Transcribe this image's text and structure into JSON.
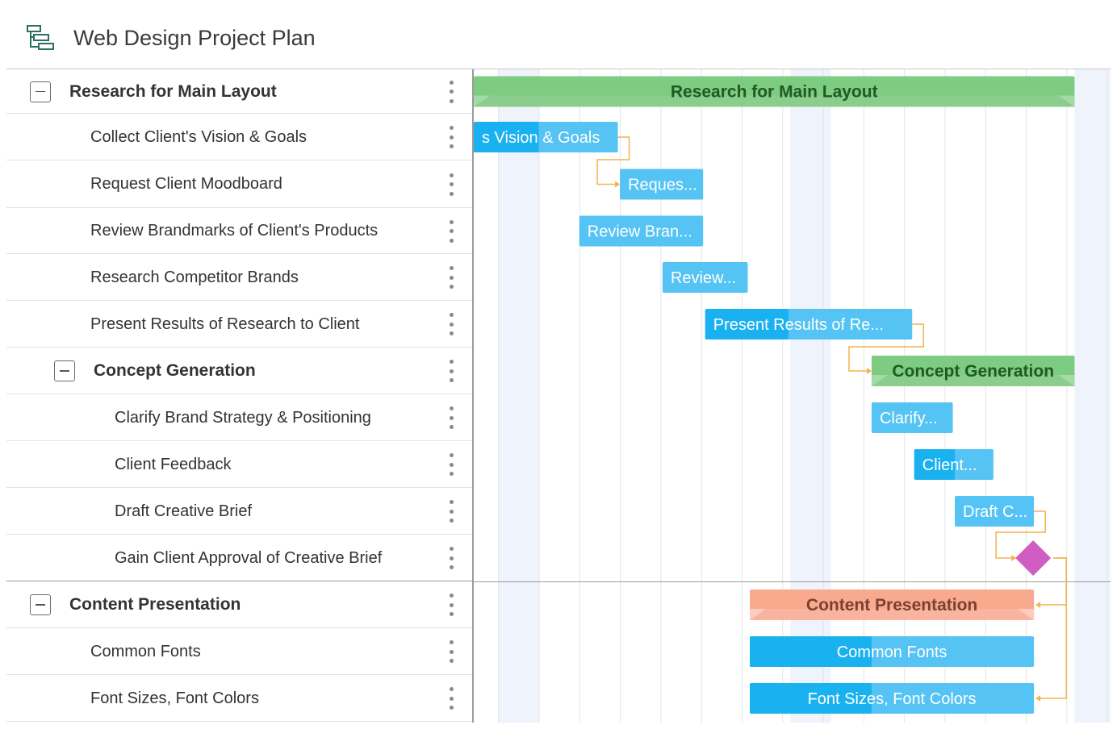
{
  "header": {
    "title": "Web Design Project Plan",
    "logo_icon": "gantt-chart-icon"
  },
  "colors": {
    "summary_green": "#7ecb82",
    "summary_green_text": "#1f5a22",
    "task_blue": "#1ab1f0",
    "task_blue_light": "#55c3f3",
    "content_orange": "#f9a98e",
    "content_orange_text": "#7a4132",
    "milestone": "#d05cc4",
    "link": "#f3b44c"
  },
  "tasks": [
    {
      "id": "research",
      "label": "Research for Main Layout",
      "level": 0,
      "summary": true
    },
    {
      "id": "vision",
      "label": "Collect Client's Vision & Goals",
      "level": 1
    },
    {
      "id": "moodboard",
      "label": "Request Client Moodboard",
      "level": 1
    },
    {
      "id": "brandmarks",
      "label": "Review Brandmarks of Client's Products",
      "level": 1
    },
    {
      "id": "competitor",
      "label": "Research Competitor Brands",
      "level": 1
    },
    {
      "id": "present",
      "label": "Present Results of Research to Client",
      "level": 1
    },
    {
      "id": "concept",
      "label": "Concept Generation",
      "level": 1,
      "summary": true
    },
    {
      "id": "clarify",
      "label": "Clarify Brand Strategy & Positioning",
      "level": 2
    },
    {
      "id": "feedback",
      "label": "Client Feedback",
      "level": 2
    },
    {
      "id": "brief",
      "label": "Draft Creative Brief",
      "level": 2
    },
    {
      "id": "approval",
      "label": "Gain Client Approval of Creative Brief",
      "level": 2
    },
    {
      "id": "content",
      "label": "Content Presentation",
      "level": 0,
      "summary": true
    },
    {
      "id": "fonts",
      "label": "Common Fonts",
      "level": 1
    },
    {
      "id": "sizes",
      "label": "Font Sizes, Font Colors",
      "level": 1
    }
  ],
  "bars": [
    {
      "task": "research",
      "text": "Research for Main Layout",
      "start": 0,
      "end": 14.8,
      "kind": "summary-green"
    },
    {
      "task": "vision",
      "text": "s Vision & Goals",
      "start": 0,
      "end": 3.55,
      "kind": "task",
      "progress": 1.6
    },
    {
      "task": "moodboard",
      "text": "Reques...",
      "start": 3.6,
      "end": 5.65,
      "kind": "task-light"
    },
    {
      "task": "brandmarks",
      "text": "Review Bran...",
      "start": 2.6,
      "end": 5.65,
      "kind": "task-light"
    },
    {
      "task": "competitor",
      "text": "Review...",
      "start": 4.65,
      "end": 6.75,
      "kind": "task-light"
    },
    {
      "task": "present",
      "text": "Present Results of Re...",
      "start": 5.7,
      "end": 10.8,
      "kind": "task",
      "progress": 2.05
    },
    {
      "task": "concept",
      "text": "Concept Generation",
      "start": 9.8,
      "end": 14.8,
      "kind": "summary-green"
    },
    {
      "task": "clarify",
      "text": "Clarify...",
      "start": 9.8,
      "end": 11.8,
      "kind": "task-light"
    },
    {
      "task": "feedback",
      "text": "Client...",
      "start": 10.85,
      "end": 12.8,
      "kind": "task",
      "progress": 1.0
    },
    {
      "task": "brief",
      "text": "Draft C...",
      "start": 11.85,
      "end": 13.8,
      "kind": "task-light"
    },
    {
      "task": "approval",
      "text": "",
      "start": 13.8,
      "end": 13.8,
      "kind": "milestone"
    },
    {
      "task": "content",
      "text": "Content Presentation",
      "start": 6.8,
      "end": 13.8,
      "kind": "summary-orange"
    },
    {
      "task": "fonts",
      "text": "Common Fonts",
      "start": 6.8,
      "end": 13.8,
      "kind": "task",
      "progress": 3.0
    },
    {
      "task": "sizes",
      "text": "Font Sizes, Font Colors",
      "start": 6.8,
      "end": 13.8,
      "kind": "task",
      "progress": 3.0
    }
  ],
  "links": [
    {
      "from": "vision",
      "to": "moodboard"
    },
    {
      "from": "present",
      "to": "concept"
    },
    {
      "from": "brief",
      "to": "approval"
    },
    {
      "from": "approval",
      "to": "content"
    },
    {
      "from": "approval",
      "to": "sizes"
    }
  ]
}
